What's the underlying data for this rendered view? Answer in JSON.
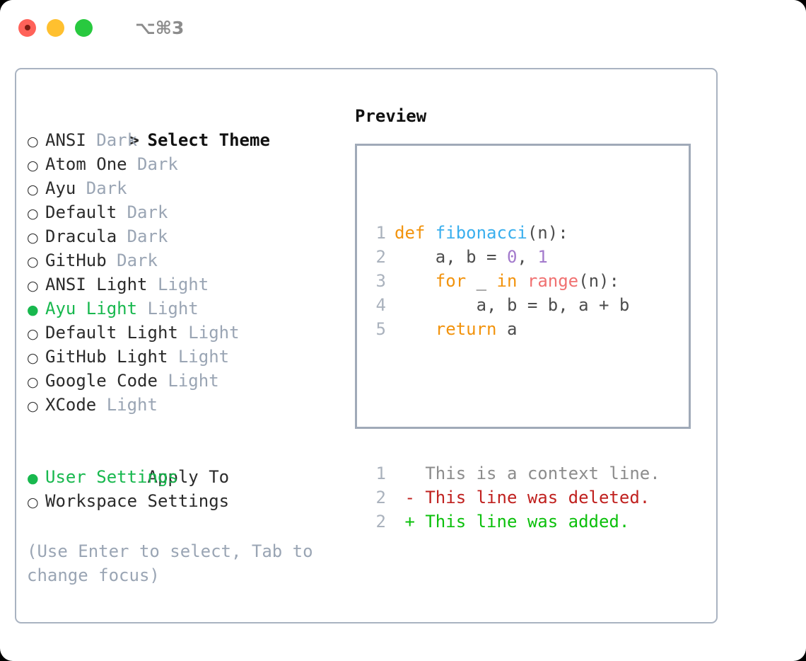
{
  "titlebar": {
    "shortcut": "⌥⌘3",
    "lights": [
      {
        "name": "close",
        "color": "#ff6259"
      },
      {
        "name": "minimize",
        "color": "#ffc02f"
      },
      {
        "name": "maximize",
        "color": "#28c93f"
      }
    ]
  },
  "theme_list": {
    "header": "Select Theme",
    "header_marker": ">",
    "items": [
      {
        "marker": "○",
        "label": "ANSI",
        "badge": "Dark",
        "selected": false
      },
      {
        "marker": "○",
        "label": "Atom One",
        "badge": "Dark",
        "selected": false
      },
      {
        "marker": "○",
        "label": "Ayu",
        "badge": "Dark",
        "selected": false
      },
      {
        "marker": "○",
        "label": "Default",
        "badge": "Dark",
        "selected": false
      },
      {
        "marker": "○",
        "label": "Dracula",
        "badge": "Dark",
        "selected": false
      },
      {
        "marker": "○",
        "label": "GitHub",
        "badge": "Dark",
        "selected": false
      },
      {
        "marker": "○",
        "label": "ANSI Light",
        "badge": "Light",
        "selected": false
      },
      {
        "marker": "●",
        "label": "Ayu Light",
        "badge": "Light",
        "selected": true
      },
      {
        "marker": "○",
        "label": "Default Light",
        "badge": "Light",
        "selected": false
      },
      {
        "marker": "○",
        "label": "GitHub Light",
        "badge": "Light",
        "selected": false
      },
      {
        "marker": "○",
        "label": "Google Code",
        "badge": "Light",
        "selected": false
      },
      {
        "marker": "○",
        "label": "XCode",
        "badge": "Light",
        "selected": false
      }
    ]
  },
  "apply_to": {
    "header": "Apply To",
    "items": [
      {
        "marker": "●",
        "label": "User Settings",
        "selected": true
      },
      {
        "marker": "○",
        "label": "Workspace Settings",
        "selected": false
      }
    ]
  },
  "hint": "(Use Enter to select, Tab to change focus)",
  "preview": {
    "title": "Preview",
    "code_lines": [
      {
        "num": "1",
        "tokens": [
          {
            "t": "def ",
            "c": "kw"
          },
          {
            "t": "fibonacci",
            "c": "fn"
          },
          {
            "t": "(n):",
            "c": "txt"
          }
        ]
      },
      {
        "num": "2",
        "tokens": [
          {
            "t": "    a, b = ",
            "c": "txt"
          },
          {
            "t": "0",
            "c": "num"
          },
          {
            "t": ", ",
            "c": "txt"
          },
          {
            "t": "1",
            "c": "num"
          }
        ]
      },
      {
        "num": "3",
        "tokens": [
          {
            "t": "    ",
            "c": "txt"
          },
          {
            "t": "for",
            "c": "kw"
          },
          {
            "t": " _ ",
            "c": "txt"
          },
          {
            "t": "in",
            "c": "kw"
          },
          {
            "t": " ",
            "c": "txt"
          },
          {
            "t": "range",
            "c": "bi"
          },
          {
            "t": "(n):",
            "c": "txt"
          }
        ]
      },
      {
        "num": "4",
        "tokens": [
          {
            "t": "        a, b = b, a + b",
            "c": "txt"
          }
        ]
      },
      {
        "num": "5",
        "tokens": [
          {
            "t": "    ",
            "c": "txt"
          },
          {
            "t": "return",
            "c": "kw"
          },
          {
            "t": " a",
            "c": "txt"
          }
        ]
      }
    ],
    "diff_lines": [
      {
        "num": "1",
        "tokens": [
          {
            "t": "   This is a context line.",
            "c": "ctx"
          }
        ]
      },
      {
        "num": "2",
        "tokens": [
          {
            "t": " - This line was deleted.",
            "c": "del"
          }
        ]
      },
      {
        "num": "2",
        "tokens": [
          {
            "t": " + This line was added.",
            "c": "add"
          }
        ]
      }
    ]
  },
  "colors": {
    "accent_green": "#18b84e",
    "muted_badge": "#9aa5b4",
    "panel_border": "#a9b3c1",
    "keyword": "#f2930d",
    "function": "#3aafee",
    "number": "#a37acc",
    "builtin": "#f07171",
    "diff_deleted": "#c0211f",
    "diff_added": "#0cc00c",
    "line_number": "#aab2bd"
  }
}
